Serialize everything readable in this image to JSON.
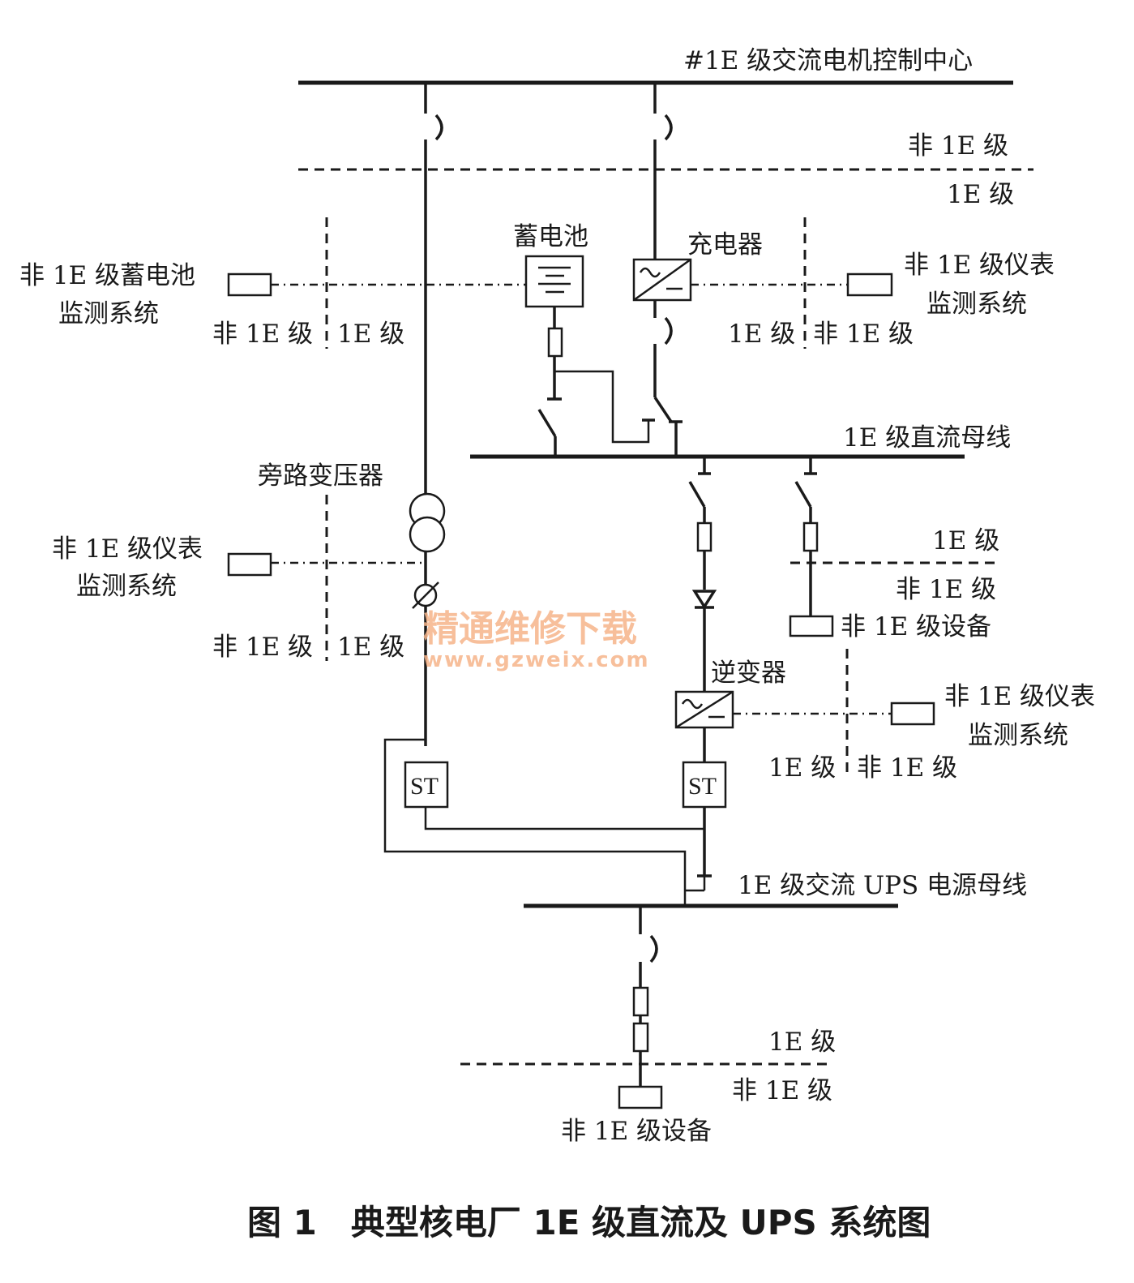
{
  "labels": {
    "ac_mcc": "#1E 级交流电机控制中心",
    "non1e": "非 1E 级",
    "cls1e": "1E 级",
    "battery": "蓄电池",
    "charger": "充电器",
    "battery_monitor_1": "非 1E 级蓄电池",
    "battery_monitor_2": "监测系统",
    "instr_monitor_1": "非 1E 级仪表",
    "instr_monitor_2": "监测系统",
    "dc_bus": "1E 级直流母线",
    "bypass_transformer": "旁路变压器",
    "non1e_equipment": "非 1E 级设备",
    "inverter": "逆变器",
    "static_switch": "ST",
    "ups_bus": "1E 级交流 UPS 电源母线",
    "caption": "图 1　典型核电厂 1E 级直流及 UPS 系统图"
  },
  "watermark": {
    "text_cn": "精通维修下载",
    "text_url": "www.gzweix.com",
    "color": "#f6b48a"
  }
}
